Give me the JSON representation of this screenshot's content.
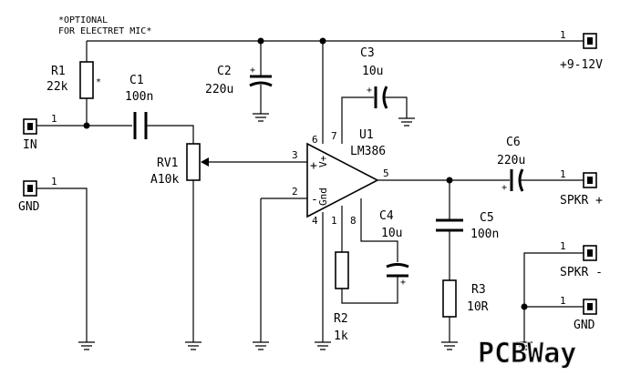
{
  "notes": {
    "line1": "*OPTIONAL",
    "line2": "FOR ELECTRET MIC*"
  },
  "connectors": {
    "vcc": {
      "pin": "1",
      "label": "+9-12V"
    },
    "input": {
      "pin": "1",
      "label": "IN"
    },
    "input_gnd": {
      "pin": "1",
      "label": "GND"
    },
    "spkr_pos": {
      "pin": "1",
      "label": "SPKR +"
    },
    "spkr_neg": {
      "pin": "1",
      "label": "SPKR -"
    },
    "out_gnd": {
      "pin": "1",
      "label": "GND"
    }
  },
  "components": {
    "r1": {
      "ref": "R1",
      "value": "22k",
      "mark": "*"
    },
    "c1": {
      "ref": "C1",
      "value": "100n"
    },
    "c2": {
      "ref": "C2",
      "value": "220u",
      "polarity": "+"
    },
    "c3": {
      "ref": "C3",
      "value": "10u",
      "polarity": "+"
    },
    "rv1": {
      "ref": "RV1",
      "value": "A10k"
    },
    "u1": {
      "ref": "U1",
      "value": "LM386",
      "noninv": "+",
      "inv": "-",
      "vplus": "V+",
      "gnd": "Gnd",
      "pins": {
        "p3": "3",
        "p2": "2",
        "p6": "6",
        "p7": "7",
        "p5": "5",
        "p4": "4",
        "p1": "1",
        "p8": "8"
      }
    },
    "c4": {
      "ref": "C4",
      "value": "10u",
      "polarity": "+"
    },
    "r2": {
      "ref": "R2",
      "value": "1k"
    },
    "c5": {
      "ref": "C5",
      "value": "100n"
    },
    "r3": {
      "ref": "R3",
      "value": "10R"
    },
    "c6": {
      "ref": "C6",
      "value": "220u",
      "polarity": "+"
    }
  },
  "watermark": "PCBWay"
}
